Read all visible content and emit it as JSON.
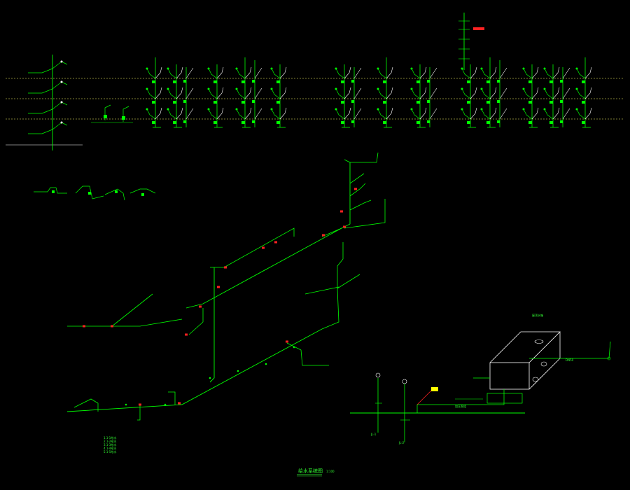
{
  "drawing": {
    "title": "给水系统图",
    "scale": "1:100"
  },
  "colors": {
    "background": "#000000",
    "pipe": "#00ff00",
    "floor_line": "#ffff66",
    "valve": "#ff2222",
    "fixture": "#ffffff",
    "tag": "#ff44ff",
    "cyan": "#00ffff"
  },
  "labels": {
    "notes": [
      "1.1-1给水",
      "2.1-2给水",
      "3.1-3给水",
      "4.1-4给水",
      "5.1-5给水"
    ],
    "tank_label": "屋顶水箱",
    "inlet_label": "DN50",
    "pump_label": "加压泵组",
    "bottom_left_tag": "JL-1",
    "bottom_right_tag": "JL-2",
    "marker_small": "1:100"
  },
  "icons": {
    "valve": "valve-icon",
    "tank": "water-tank-icon",
    "riser": "riser-icon"
  }
}
